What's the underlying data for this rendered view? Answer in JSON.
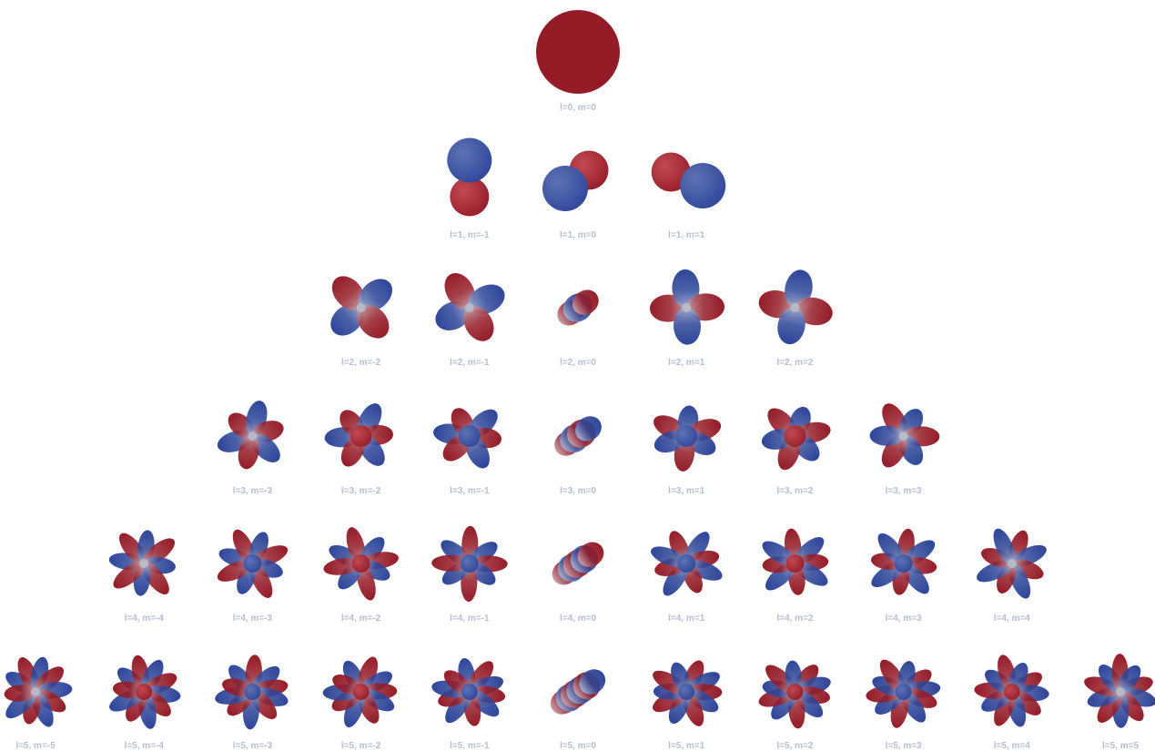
{
  "colors": {
    "positive": "#941c28",
    "positive_light": "#c9a3aa",
    "negative": "#2e4598",
    "negative_light": "#a6b2cf",
    "core": "#b7b9c7",
    "caption": "#b4bfd2",
    "background": "#ffffff"
  },
  "rows": [
    {
      "l": 0,
      "items": [
        {
          "label": "l=0, m=0"
        }
      ]
    },
    {
      "l": 1,
      "items": [
        {
          "label": "l=1, m=-1"
        },
        {
          "label": "l=1, m=0"
        },
        {
          "label": "l=1, m=1"
        }
      ]
    },
    {
      "l": 2,
      "items": [
        {
          "label": "l=2, m=-2"
        },
        {
          "label": "l=2, m=-1"
        },
        {
          "label": "l=2, m=0"
        },
        {
          "label": "l=2, m=1"
        },
        {
          "label": "l=2, m=2"
        }
      ]
    },
    {
      "l": 3,
      "items": [
        {
          "label": "l=3, m=-3"
        },
        {
          "label": "l=3, m=-2"
        },
        {
          "label": "l=3, m=-1"
        },
        {
          "label": "l=3, m=0"
        },
        {
          "label": "l=3, m=1"
        },
        {
          "label": "l=3, m=2"
        },
        {
          "label": "l=3, m=3"
        }
      ]
    },
    {
      "l": 4,
      "items": [
        {
          "label": "l=4, m=-4"
        },
        {
          "label": "l=4, m=-3"
        },
        {
          "label": "l=4, m=-2"
        },
        {
          "label": "l=4, m=-1"
        },
        {
          "label": "l=4, m=0"
        },
        {
          "label": "l=4, m=1"
        },
        {
          "label": "l=4, m=2"
        },
        {
          "label": "l=4, m=3"
        },
        {
          "label": "l=4, m=4"
        }
      ]
    },
    {
      "l": 5,
      "items": [
        {
          "label": "l=5, m=-5"
        },
        {
          "label": "l=5, m=-4"
        },
        {
          "label": "l=5, m=-3"
        },
        {
          "label": "l=5, m=-2"
        },
        {
          "label": "l=5, m=-1"
        },
        {
          "label": "l=5, m=0"
        },
        {
          "label": "l=5, m=1"
        },
        {
          "label": "l=5, m=2"
        },
        {
          "label": "l=5, m=3"
        },
        {
          "label": "l=5, m=4"
        },
        {
          "label": "l=5, m=5"
        }
      ]
    }
  ]
}
